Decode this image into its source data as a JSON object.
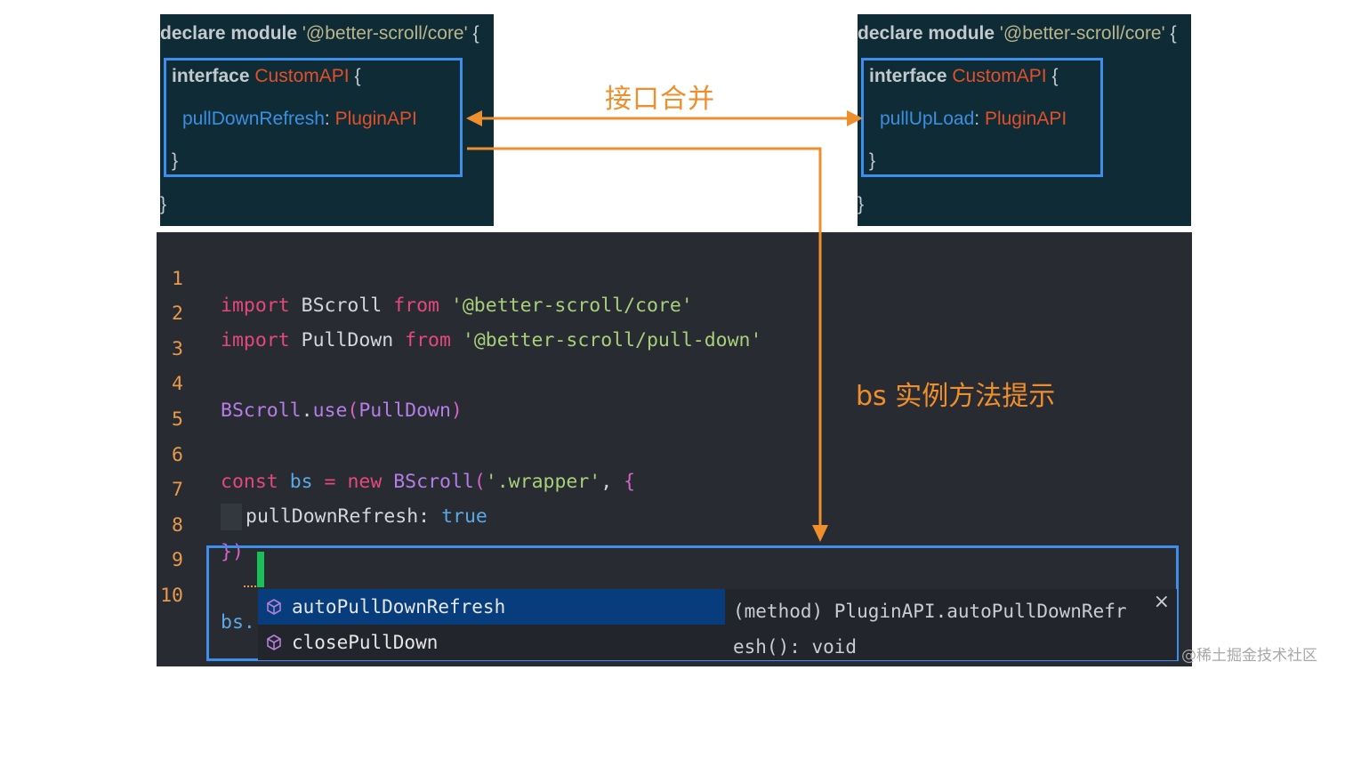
{
  "left_decl": {
    "declare_kw": "declare module",
    "module_str": "'@better-scroll/core'",
    "open_brace": "{",
    "interface_kw": "interface",
    "interface_name": "CustomAPI",
    "interface_open": "{",
    "prop_name": "pullDownRefresh",
    "colon": ":",
    "prop_type": "PluginAPI",
    "interface_close": "}",
    "close_brace": "}"
  },
  "right_decl": {
    "declare_kw": "declare module",
    "module_str": "'@better-scroll/core'",
    "open_brace": "{",
    "interface_kw": "interface",
    "interface_name": "CustomAPI",
    "interface_open": "{",
    "prop_name": "pullUpLoad",
    "colon": ":",
    "prop_type": "PluginAPI",
    "interface_close": "}",
    "close_brace": "}"
  },
  "annotations": {
    "merge": "接口合并",
    "hint": "bs 实例方法提示"
  },
  "editor": {
    "line_numbers": [
      "1",
      "2",
      "3",
      "4",
      "5",
      "6",
      "7",
      "8",
      "9",
      "10"
    ],
    "l1": {
      "import": "import",
      "ident": "BScroll",
      "from": "from",
      "str": "'@better-scroll/core'"
    },
    "l2": {
      "import": "import",
      "ident": "PullDown",
      "from": "from",
      "str": "'@better-scroll/pull-down'"
    },
    "l4": {
      "obj": "BScroll",
      "dot": ".",
      "method": "use",
      "open": "(",
      "arg": "PullDown",
      "close": ")"
    },
    "l6": {
      "const": "const",
      "var": "bs",
      "eq": "=",
      "new": "new",
      "cls": "BScroll",
      "open": "(",
      "str": "'.wrapper'",
      "comma": ",",
      "brace": "{"
    },
    "l7": {
      "prop": "pullDownRefresh:",
      "val": "true"
    },
    "l8": {
      "brace": "}",
      "paren": ")"
    },
    "l10": {
      "text": "bs."
    }
  },
  "suggest": {
    "items": [
      {
        "label": "autoPullDownRefresh",
        "icon": "method-cube-icon",
        "selected": true
      },
      {
        "label": "closePullDown",
        "icon": "method-cube-icon",
        "selected": false
      }
    ],
    "detail_line1": "(method) PluginAPI.autoPullDownRefr",
    "detail_line2": "esh(): void",
    "close": "×"
  },
  "watermark": "@稀土掘金技术社区",
  "colors": {
    "arrow": "#ef8e2d",
    "highlight_box": "#3c8fec",
    "cursor": "#19c05a"
  }
}
